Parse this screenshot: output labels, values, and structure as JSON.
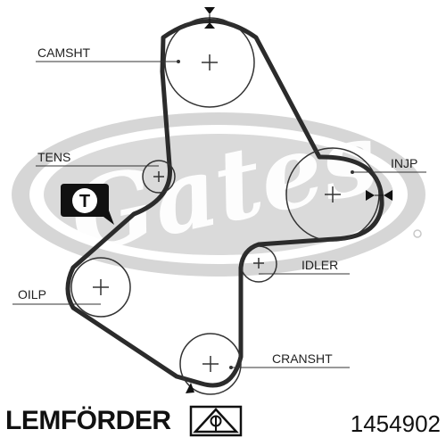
{
  "diagram": {
    "labels": {
      "camshaft": "CAMSHT",
      "tensioner": "TENS",
      "injection_pump": "INJP",
      "idler": "IDLER",
      "oil_pump": "OILP",
      "crankshaft": "CRANSHT"
    },
    "tensioner_badge": "T",
    "watermark": "Gates"
  },
  "brand": {
    "name": "LEMFÖRDER"
  },
  "part_number": "1454902",
  "colors": {
    "belt": "#2b2b2b",
    "watermark": "#d2d2d2",
    "text": "#222222",
    "brand": "#111111"
  }
}
